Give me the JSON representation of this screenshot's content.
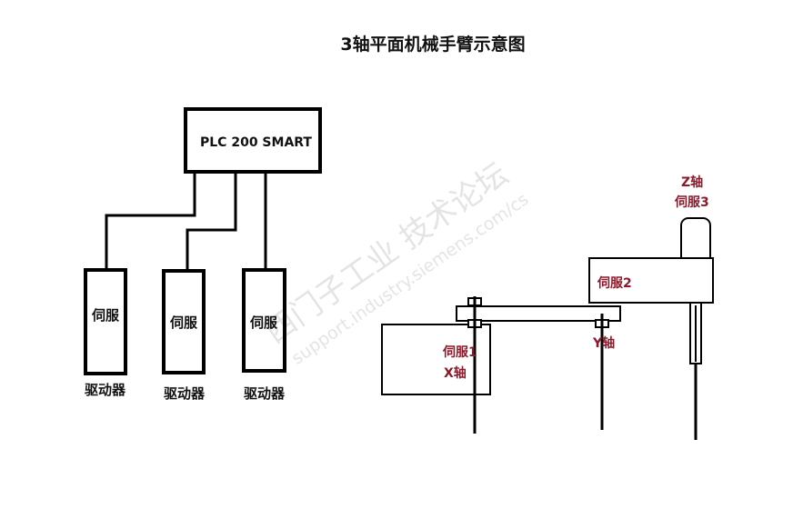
{
  "title": "3轴平面机械手臂示意图",
  "plc": {
    "label": "PLC 200 SMART"
  },
  "servo_boxes": [
    {
      "label": "伺服",
      "caption": "驱动器"
    },
    {
      "label": "伺服",
      "caption": "驱动器"
    },
    {
      "label": "伺服",
      "caption": "驱动器"
    }
  ],
  "arm": {
    "x_servo": "伺服1",
    "x_axis": "X轴",
    "y_axis": "Y轴",
    "y_servo": "伺服2",
    "z_axis": "Z轴",
    "z_servo": "伺服3"
  },
  "watermark": {
    "cn": "西门子工业 技术论坛",
    "url": "support.industry.siemens.com/cs"
  },
  "colors": {
    "line": "#000000",
    "label_red": "#8b1a2b",
    "text": "#111111"
  }
}
